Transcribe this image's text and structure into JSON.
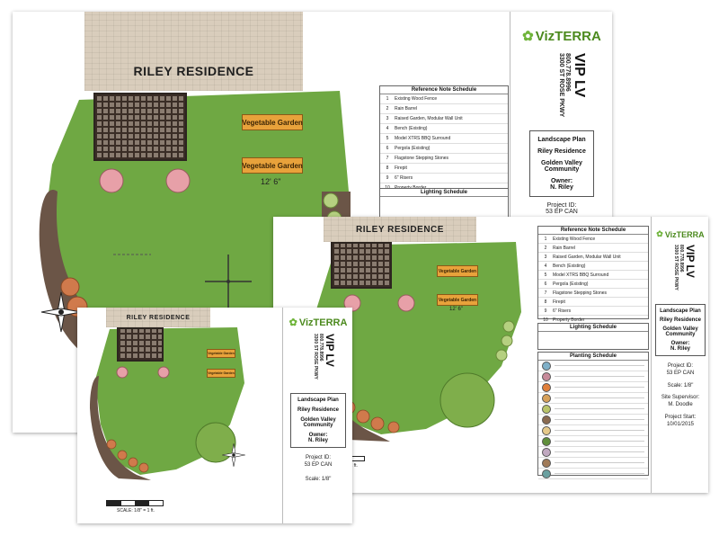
{
  "brand": {
    "logo": "VizTERRA",
    "accent": "#4c8a1e",
    "leaf": "#6fb43a"
  },
  "project": {
    "company": "VIP LV",
    "phone": "800.778.8996",
    "address": "3300 ST ROSE PKWY",
    "plan_type": "Landscape Plan",
    "residence": "Riley Residence",
    "community": "Golden Valley Community",
    "owner_label": "Owner:",
    "owner": "N. Riley",
    "project_id_label": "Project ID:",
    "project_id": "53 EP CAN",
    "scale": "Scale: 1/8\"",
    "supervisor_label": "Site Supervisor:",
    "supervisor": "M. Doodle",
    "start_label": "Project Start:",
    "start": "10/01/2015"
  },
  "plan": {
    "residence_label": "RILEY RESIDENCE",
    "garden_label": "Vegetable Garden",
    "dimension": "12' 6\"",
    "compass": "NORTH",
    "scale_bar_label": "SCALE: 1/8\" = 1 ft."
  },
  "reference_schedule": {
    "title": "Reference Note Schedule",
    "items": [
      {
        "num": "1",
        "text": "Existing Wood Fence"
      },
      {
        "num": "2",
        "text": "Rain Barrel"
      },
      {
        "num": "3",
        "text": "Raised Garden, Modular Wall Unit"
      },
      {
        "num": "4",
        "text": "Bench (Existing)"
      },
      {
        "num": "5",
        "text": "Model XTRS BBQ Surround"
      },
      {
        "num": "6",
        "text": "Pergola (Existing)"
      },
      {
        "num": "7",
        "text": "Flagstone Stepping Stones"
      },
      {
        "num": "8",
        "text": "Firepit"
      },
      {
        "num": "9",
        "text": "6\" Risers"
      },
      {
        "num": "10",
        "text": "Property Border"
      }
    ]
  },
  "lighting_schedule": {
    "title": "Lighting Schedule"
  },
  "planting_schedule": {
    "title": "Planting Schedule",
    "colors": [
      "#7fb0c8",
      "#c78a9a",
      "#e07f3a",
      "#d6a05a",
      "#b9c46a",
      "#8a6a50",
      "#e6c98a",
      "#5f8f3a",
      "#c0a8c0",
      "#a07a58",
      "#6aa0a0"
    ]
  },
  "colors": {
    "lawn": "#6fa843",
    "lawn_dark": "#5a9234",
    "mulch": "#6b5547",
    "patio": "#d9cdbc"
  }
}
